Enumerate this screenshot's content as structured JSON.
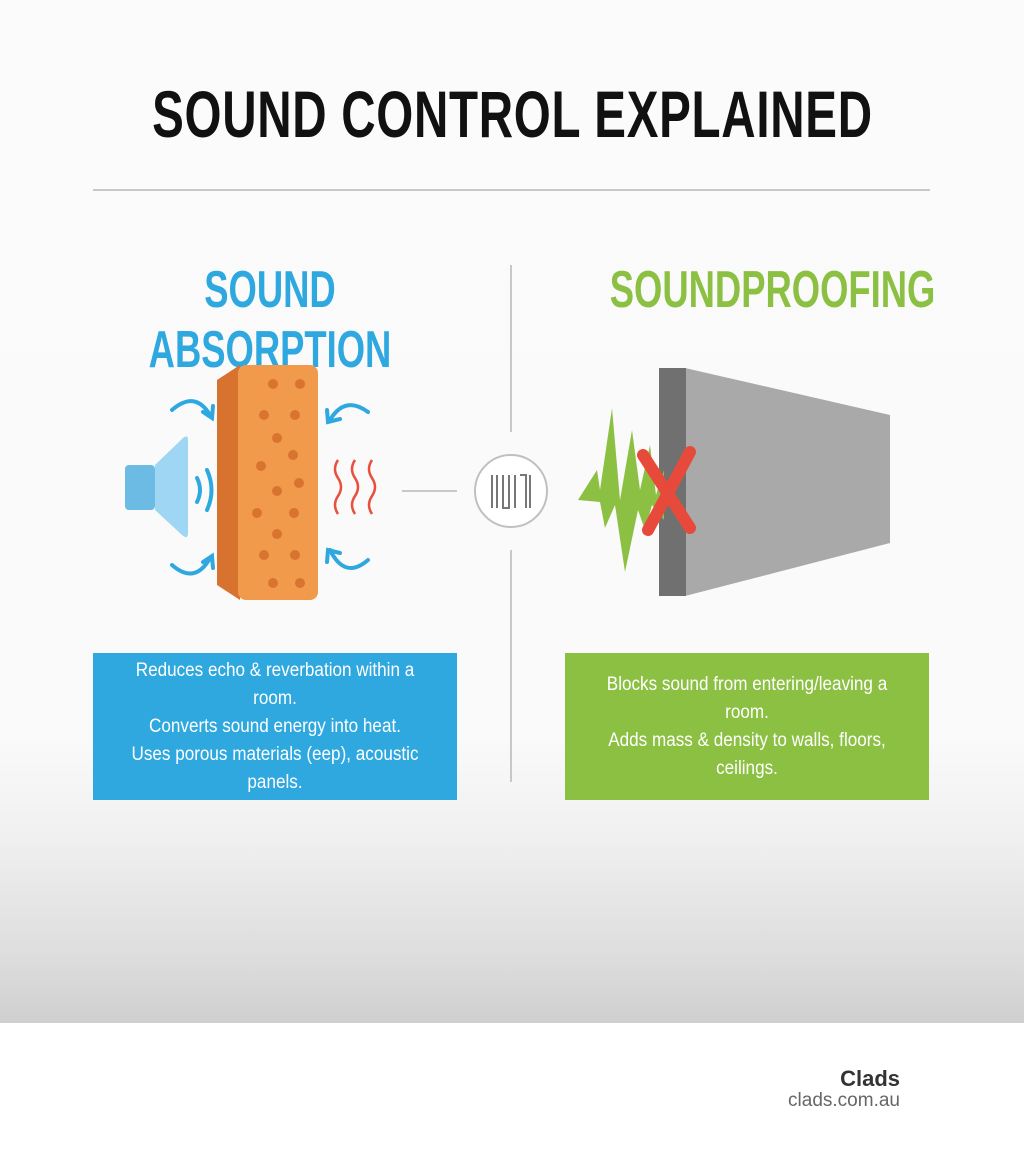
{
  "title": "SOUND CONTROL EXPLAINED",
  "left": {
    "heading": "SOUND ABSORPTION",
    "color": "#2ea8df",
    "description": [
      "Reduces echo & reverbation within a room.",
      "Converts sound energy into heat.",
      "Uses porous materials (eep), acoustic panels."
    ]
  },
  "right": {
    "heading": "SOUNDPROOFING",
    "color": "#8cc043",
    "description": [
      "Blocks sound from entering/leaving a room.",
      "Adds mass & density to walls, floors, ceilings."
    ]
  },
  "icons": {
    "left": [
      "speaker-icon",
      "sound-wave-icon",
      "acoustic-foam-panel-icon",
      "heat-wave-icon",
      "reflection-arrow-icon"
    ],
    "center": "wall-comparison-icon",
    "right": [
      "sound-spike-icon",
      "blocked-x-icon",
      "solid-wall-icon"
    ]
  },
  "footer": {
    "brand": "Clads",
    "url": "clads.com.au"
  }
}
